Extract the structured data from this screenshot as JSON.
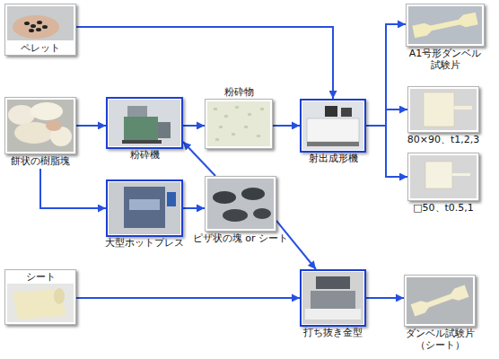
{
  "diagram": {
    "nodes": [
      {
        "text": [
          "ペレット"
        ]
      },
      {
        "text": [
          "餅状の樹脂塊"
        ]
      },
      {
        "text": [
          "粉砕機"
        ]
      },
      {
        "text": [
          "粉砕物"
        ]
      },
      {
        "text": [
          "射出成形機"
        ]
      },
      {
        "text": [
          "A1号形ダンベル 試験片"
        ]
      },
      {
        "text": [
          "80×90、t1,2,3"
        ]
      },
      {
        "text": [
          "□50、t0.5,1"
        ]
      },
      {
        "text": [
          "大型ホットプレス"
        ]
      },
      {
        "text": [
          "ピザ状の塊 or シート"
        ]
      },
      {
        "text": [
          "シート"
        ]
      },
      {
        "text": [
          "打ち抜き金型"
        ]
      },
      {
        "text": [
          "ダンベル試験片 （シート）"
        ]
      }
    ],
    "edges": [
      {
        "from": 0,
        "to": 4,
        "arrow": "to"
      },
      {
        "from": 1,
        "to": 2,
        "arrow": "to"
      },
      {
        "from": 1,
        "to": 8,
        "arrow": "to"
      },
      {
        "from": 2,
        "to": 3,
        "arrow": "to"
      },
      {
        "from": 3,
        "to": 4,
        "arrow": "to"
      },
      {
        "from": 9,
        "to": 2,
        "arrow": "to"
      },
      {
        "from": 8,
        "to": 9,
        "arrow": "to"
      },
      {
        "from": 9,
        "to": 11,
        "arrow": "to"
      },
      {
        "from": 4,
        "to": 5,
        "arrow": "to"
      },
      {
        "from": 4,
        "to": 6,
        "arrow": "to"
      },
      {
        "from": 4,
        "to": 7,
        "arrow": "to"
      },
      {
        "from": 10,
        "to": 11,
        "arrow": "to"
      },
      {
        "from": 11,
        "to": 12,
        "arrow": "to"
      }
    ]
  }
}
